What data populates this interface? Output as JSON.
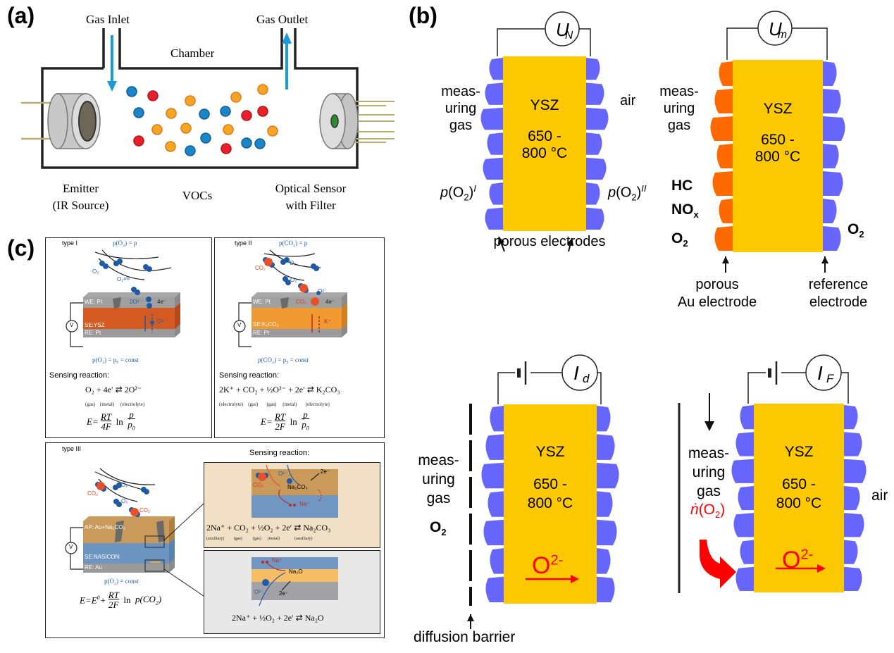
{
  "panels": {
    "a": {
      "label": "(a)",
      "gas_inlet": "Gas Inlet",
      "gas_outlet": "Gas Outlet",
      "chamber": "Chamber",
      "emitter_line1": "Emitter",
      "emitter_line2": "(IR Source)",
      "vocs": "VOCs",
      "sensor_line1": "Optical Sensor",
      "sensor_line2": "with Filter",
      "colors": {
        "arrow": "#1e9ad6",
        "blue_molecule": "#1a86c8",
        "red_molecule": "#e8202a",
        "orange_molecule": "#f5a623",
        "wire": "#b8ad6a",
        "lens": "#6e6656",
        "filter": "#2e8b2e"
      }
    },
    "b": {
      "label": "(b)",
      "colors": {
        "ysz": "#fcc800",
        "electrode_blue": "#6666ff",
        "electrode_orange": "#ff6a00",
        "ion_arrow": "#ff0000"
      },
      "cell1": {
        "meter": "U",
        "meter_sub": "N",
        "left_text": [
          "meas-",
          "uring",
          "gas"
        ],
        "right_text": "air",
        "body": "YSZ",
        "temp1": "650 -",
        "temp2": "800 °C",
        "p_left": "p(O2)'",
        "p_right": "p(O2)''",
        "bottom_caption": "porous electrodes"
      },
      "cell2": {
        "meter": "U",
        "meter_sub": "m",
        "left_text": [
          "meas-",
          "uring",
          "gas"
        ],
        "species": [
          "HC",
          "NOx",
          "O2"
        ],
        "right_species": "O2",
        "body": "YSZ",
        "temp1": "650 -",
        "temp2": "800 °C",
        "caption_left": [
          "porous",
          "Au electrode"
        ],
        "caption_right": [
          "reference",
          "electrode"
        ]
      },
      "cell3": {
        "meter": "I",
        "meter_sub": "d",
        "left_text": [
          "meas-",
          "uring",
          "gas"
        ],
        "species": "O2",
        "body": "YSZ",
        "temp1": "650 -",
        "temp2": "800 °C",
        "ion": "O",
        "ion_charge": "2-",
        "bottom_caption": "diffusion barrier"
      },
      "cell4": {
        "meter": "I",
        "meter_sub": "F",
        "left_text": [
          "meas-",
          "uring",
          "gas"
        ],
        "flux": "ṅ(O2)",
        "right_text": "air",
        "body": "YSZ",
        "temp1": "650 -",
        "temp2": "800 °C",
        "ion": "O",
        "ion_charge": "2-"
      }
    },
    "c": {
      "label": "(c)",
      "type1": {
        "title": "type I",
        "top_condition": "p(O₂) = p",
        "o2": "O₂",
        "o2_ads": "O₂ᵃᵈˢ",
        "we": "WE: Pt",
        "se": "SE:YSZ",
        "re": "RE: Pt",
        "interface": "2O²⁻",
        "electrons": "4e⁻",
        "ion": "O²⁻",
        "meter": "V",
        "bottom_condition": "p(O₂) = p₀ = const",
        "sensing_title": "Sensing reaction:",
        "reaction": "O₂ + 4e′ ⇄ 2O²⁻",
        "phases": [
          "(gas)",
          "(metal)",
          "(electrolyte)"
        ],
        "equation": "E = RT/4F ln p/p₀"
      },
      "type2": {
        "title": "type II",
        "top_condition": "p(CO₂) = p",
        "co2": "CO₂",
        "o2": "O₂",
        "we": "WE: Pt",
        "se": "SE:K₂CO₃",
        "re": "RE: Pt",
        "interface_co2": "CO₂",
        "ion_o": "O²⁻",
        "electrons": "4e⁻",
        "ion_k": "K⁺",
        "meter": "V",
        "bottom_condition": "p(CO₂) = p₀ = const",
        "sensing_title": "Sensing reaction:",
        "reaction": "2K⁺ + CO₂ + ½O²⁻ + 2e′ ⇄ K₂CO₃",
        "phases": [
          "(electrolyte)",
          "(gas)",
          "(gas)",
          "(metal)",
          "(electrolyte)"
        ],
        "equation": "E = RT/2F ln p/p₀"
      },
      "type3": {
        "title": "type III",
        "co2": "CO₂",
        "o2": "O₂",
        "ap": "AP: Au+Na₂CO₃",
        "se": "SE:NASICON",
        "re": "RE: Au",
        "meter": "V",
        "bottom_condition": "p(O₂) = const",
        "equation": "E = E⁰ + RT/2F ln p(CO₂)",
        "sensing_title": "Sensing reaction:",
        "inset1": {
          "co2": "CO₂",
          "o": "O²⁻",
          "e": "2e⁻",
          "product": "Na₂CO₃",
          "na": "Na⁺",
          "reaction": "2Na⁺ + CO₂ + ½O₂ + 2e′ ⇄ Na₂CO₃",
          "phases": [
            "(auxiliary)",
            "(gas)",
            "(gas)",
            "(metal)",
            "(auxiliary)"
          ]
        },
        "inset2": {
          "na": "Na⁺",
          "product": "Na₂O",
          "o": "O²⁻",
          "e": "2e⁻",
          "reaction": "2Na⁺ + ½O₂ + 2e′ ⇄ Na₂O"
        }
      }
    }
  }
}
